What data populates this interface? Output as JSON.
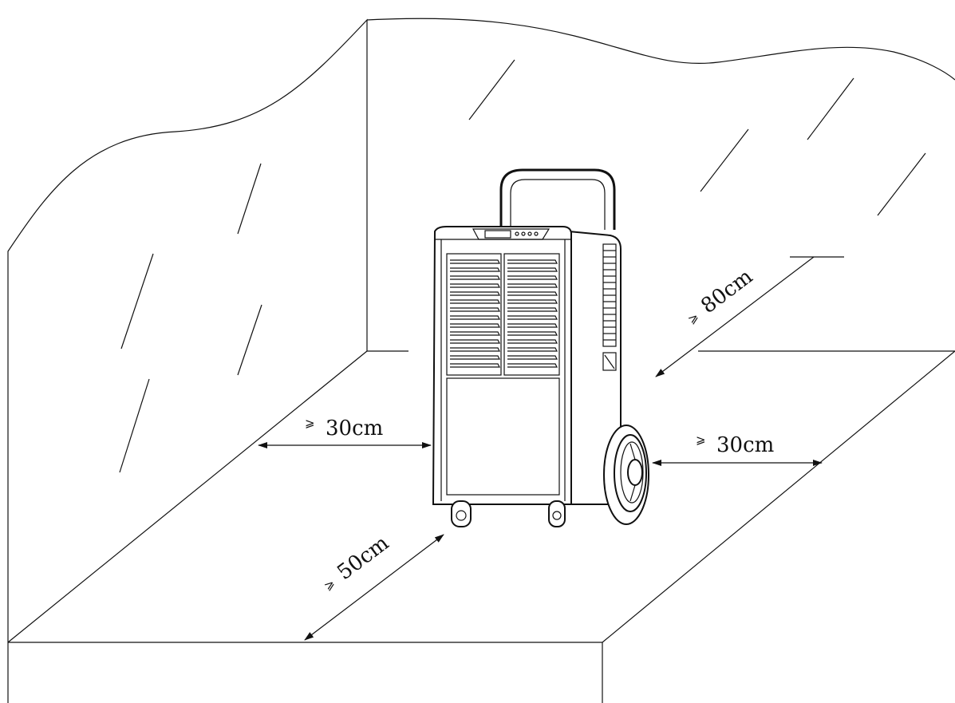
{
  "diagram": {
    "subject": "dehumidifier",
    "clearances": {
      "left": {
        "symbol": "⩾",
        "value": "30cm"
      },
      "right": {
        "symbol": "⩾",
        "value": "30cm"
      },
      "front": {
        "symbol": "⩾",
        "value": "50cm"
      },
      "rear": {
        "symbol": "⩾",
        "value": "80cm"
      }
    },
    "colors": {
      "line": "#111111",
      "background": "#ffffff"
    }
  }
}
